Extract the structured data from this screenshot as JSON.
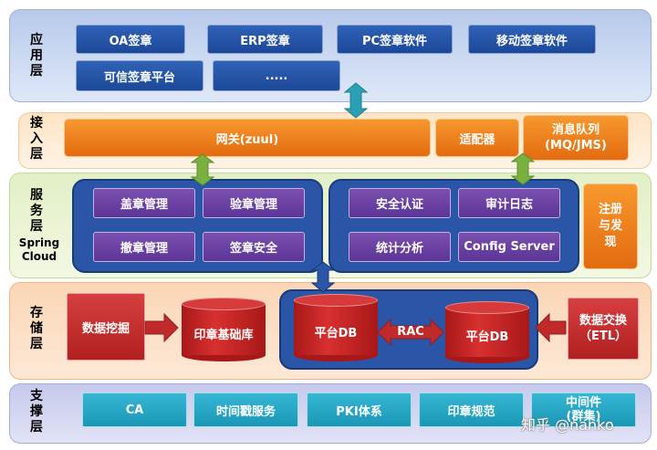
{
  "layers": {
    "app": {
      "label": "应用层",
      "items": [
        "OA签章",
        "ERP签章",
        "PC签章软件",
        "移动签章软件",
        "可信签章平台",
        "....."
      ]
    },
    "access": {
      "label": "接入层",
      "gateway": "网关(zuul)",
      "adapter": "适配器",
      "mq_line1": "消息队列",
      "mq_line2": "(MQ/JMS)"
    },
    "service": {
      "label": "服务层",
      "sublabel_1": "Spring",
      "sublabel_2": "Cloud",
      "left_group": [
        "盖章管理",
        "验章管理",
        "撤章管理",
        "签章安全"
      ],
      "right_group": [
        "安全认证",
        "审计日志",
        "统计分析",
        "Config Server"
      ],
      "registry": "注册与发现"
    },
    "storage": {
      "label": "存储层",
      "mining": "数据挖掘",
      "seal_db": "印章基础库",
      "db_a": "平台DB",
      "rac": "RAC",
      "db_b": "平台DB",
      "exchange_line1": "数据交换",
      "exchange_line2": "（ETL）"
    },
    "support": {
      "label": "支撑层",
      "items": [
        "CA",
        "时间戳服务",
        "PKI体系",
        "印章规范"
      ],
      "middleware_line1": "中间件",
      "middleware_line2": "(群集)"
    }
  },
  "watermark": "知乎 @nanko",
  "colors": {
    "blue": "#2f62b8",
    "purple": "#6a42a3",
    "orange": "#f08020",
    "red": "#c02a2a",
    "teal": "#25a8c6",
    "arrow_teal": "#2aa0b4",
    "arrow_green": "#7ab040"
  }
}
